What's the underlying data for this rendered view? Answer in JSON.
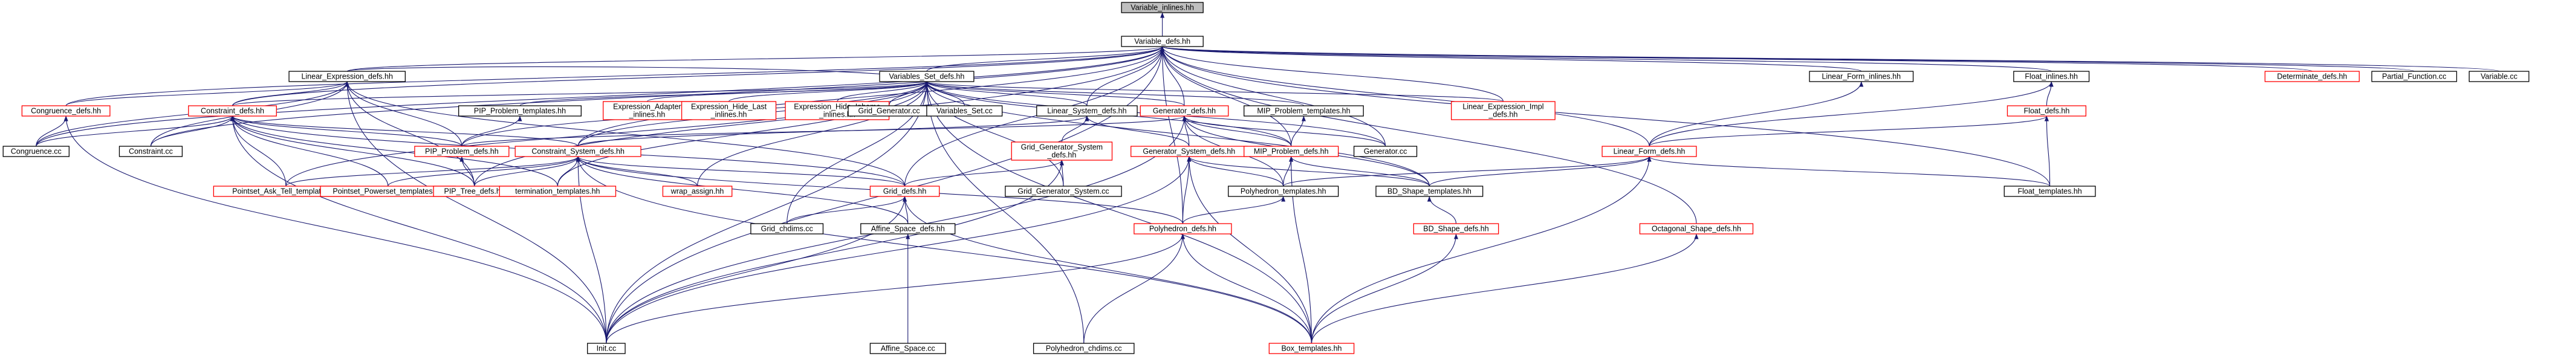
{
  "colors": {
    "edge": "#191970",
    "red_border": "#ff0000",
    "root_fill": "#bfbfbf"
  },
  "nodes": [
    {
      "id": "root",
      "label": "Variable_inlines.hh",
      "style": "root"
    },
    {
      "id": "vdefs",
      "label": "Variable_defs.hh",
      "style": "black"
    },
    {
      "id": "vset",
      "label": "Variables_Set_defs.hh",
      "style": "black"
    },
    {
      "id": "linexp",
      "label": "Linear_Expression_defs.hh",
      "style": "black"
    },
    {
      "id": "lfi",
      "label": "Linear_Form_inlines.hh",
      "style": "black"
    },
    {
      "id": "finl",
      "label": "Float_inlines.hh",
      "style": "black"
    },
    {
      "id": "detdefs",
      "label": "Determinate_defs.hh",
      "style": "red"
    },
    {
      "id": "pfunc",
      "label": "Partial_Function.cc",
      "style": "black"
    },
    {
      "id": "varcc",
      "label": "Variable.cc",
      "style": "black"
    },
    {
      "id": "congdefs",
      "label": "Congruence_defs.hh",
      "style": "red"
    },
    {
      "id": "cdefs",
      "label": "Constraint_defs.hh",
      "style": "red"
    },
    {
      "id": "pipprobt",
      "label": "PIP_Problem_templates.hh",
      "style": "black"
    },
    {
      "id": "expadapt",
      "label": [
        "Expression_Adapter",
        "_inlines.hh"
      ],
      "style": "red"
    },
    {
      "id": "exphl",
      "label": [
        "Expression_Hide_Last",
        "_inlines.hh"
      ],
      "style": "red"
    },
    {
      "id": "exphi",
      "label": [
        "Expression_Hide_Inhomo",
        "_inlines.hh"
      ],
      "style": "red"
    },
    {
      "id": "gencc",
      "label": "Grid_Generator.cc",
      "style": "black"
    },
    {
      "id": "vsetcc",
      "label": "Variables_Set.cc",
      "style": "black"
    },
    {
      "id": "lsysdefs",
      "label": "Linear_System_defs.hh",
      "style": "black"
    },
    {
      "id": "gdefs",
      "label": "Generator_defs.hh",
      "style": "red"
    },
    {
      "id": "mipt",
      "label": "MIP_Problem_templates.hh",
      "style": "black"
    },
    {
      "id": "leimpl",
      "label": [
        "Linear_Expression_Impl",
        "_defs.hh"
      ],
      "style": "red"
    },
    {
      "id": "fdefs",
      "label": "Float_defs.hh",
      "style": "red"
    },
    {
      "id": "lfdefs",
      "label": "Linear_Form_defs.hh",
      "style": "red"
    },
    {
      "id": "congcc",
      "label": "Congruence.cc",
      "style": "black"
    },
    {
      "id": "constrcc",
      "label": "Constraint.cc",
      "style": "black"
    },
    {
      "id": "pipdefs",
      "label": "PIP_Problem_defs.hh",
      "style": "red"
    },
    {
      "id": "csysdefs",
      "label": "Constraint_System_defs.hh",
      "style": "red"
    },
    {
      "id": "ggsdefs",
      "label": [
        "Grid_Generator_System",
        "_defs.hh"
      ],
      "style": "red"
    },
    {
      "id": "gsysdefs",
      "label": "Generator_System_defs.hh",
      "style": "red"
    },
    {
      "id": "mipdefs",
      "label": "MIP_Problem_defs.hh",
      "style": "red"
    },
    {
      "id": "generatorcc",
      "label": "Generator.cc",
      "style": "black"
    },
    {
      "id": "pas",
      "label": "Pointset_Ask_Tell_templates.hh",
      "style": "red"
    },
    {
      "id": "pps",
      "label": "Pointset_Powerset_templates.hh",
      "style": "red"
    },
    {
      "id": "piptree",
      "label": "PIP_Tree_defs.hh",
      "style": "red"
    },
    {
      "id": "termt",
      "label": "termination_templates.hh",
      "style": "red"
    },
    {
      "id": "wrap",
      "label": "wrap_assign.hh",
      "style": "red"
    },
    {
      "id": "griddefs",
      "label": "Grid_defs.hh",
      "style": "red"
    },
    {
      "id": "ggscc",
      "label": "Grid_Generator_System.cc",
      "style": "black"
    },
    {
      "id": "polyt",
      "label": "Polyhedron_templates.hh",
      "style": "black"
    },
    {
      "id": "bdst",
      "label": "BD_Shape_templates.hh",
      "style": "black"
    },
    {
      "id": "floatt",
      "label": "Float_templates.hh",
      "style": "black"
    },
    {
      "id": "gridch",
      "label": "Grid_chdims.cc",
      "style": "black"
    },
    {
      "id": "asdefs",
      "label": "Affine_Space_defs.hh",
      "style": "black"
    },
    {
      "id": "polydefs",
      "label": "Polyhedron_defs.hh",
      "style": "red"
    },
    {
      "id": "bdsdefs",
      "label": "BD_Shape_defs.hh",
      "style": "red"
    },
    {
      "id": "octdefs",
      "label": "Octagonal_Shape_defs.hh",
      "style": "red"
    },
    {
      "id": "initcc",
      "label": "Init.cc",
      "style": "black"
    },
    {
      "id": "ascc",
      "label": "Affine_Space.cc",
      "style": "black"
    },
    {
      "id": "polych",
      "label": "Polyhedron_chdims.cc",
      "style": "black"
    },
    {
      "id": "boxt",
      "label": "Box_templates.hh",
      "style": "red"
    }
  ],
  "edges": [
    [
      "vdefs",
      "root"
    ],
    [
      "vset",
      "vdefs"
    ],
    [
      "linexp",
      "vdefs"
    ],
    [
      "lfi",
      "vdefs"
    ],
    [
      "finl",
      "vdefs"
    ],
    [
      "detdefs",
      "vdefs"
    ],
    [
      "pfunc",
      "vdefs"
    ],
    [
      "varcc",
      "vdefs"
    ],
    [
      "congdefs",
      "vdefs"
    ],
    [
      "cdefs",
      "vdefs"
    ],
    [
      "lsysdefs",
      "vdefs"
    ],
    [
      "gdefs",
      "vdefs"
    ],
    [
      "leimpl",
      "vdefs"
    ],
    [
      "lfdefs",
      "vdefs"
    ],
    [
      "congcc",
      "vdefs"
    ],
    [
      "constrcc",
      "vdefs"
    ],
    [
      "csysdefs",
      "vdefs"
    ],
    [
      "mipdefs",
      "vdefs"
    ],
    [
      "generatorcc",
      "vdefs"
    ],
    [
      "piptree",
      "vdefs"
    ],
    [
      "griddefs",
      "vdefs"
    ],
    [
      "floatt",
      "vdefs"
    ],
    [
      "polydefs",
      "vdefs"
    ],
    [
      "octdefs",
      "vdefs"
    ],
    [
      "initcc",
      "vdefs"
    ],
    [
      "linexp",
      "vset"
    ],
    [
      "pipprobt",
      "vset"
    ],
    [
      "expadapt",
      "vset"
    ],
    [
      "exphl",
      "vset"
    ],
    [
      "exphi",
      "vset"
    ],
    [
      "gencc",
      "vset"
    ],
    [
      "vsetcc",
      "vset"
    ],
    [
      "lsysdefs",
      "vset"
    ],
    [
      "gdefs",
      "vset"
    ],
    [
      "mipt",
      "vset"
    ],
    [
      "leimpl",
      "vset"
    ],
    [
      "cdefs",
      "vset"
    ],
    [
      "pipdefs",
      "vset"
    ],
    [
      "mipdefs",
      "vset"
    ],
    [
      "generatorcc",
      "vset"
    ],
    [
      "csysdefs",
      "vset"
    ],
    [
      "pas",
      "vset"
    ],
    [
      "termt",
      "vset"
    ],
    [
      "wrap",
      "vset"
    ],
    [
      "bdst",
      "vset"
    ],
    [
      "polych",
      "vset"
    ],
    [
      "gridch",
      "vset"
    ],
    [
      "ggscc",
      "vset"
    ],
    [
      "boxt",
      "vset"
    ],
    [
      "initcc",
      "vset"
    ],
    [
      "congdefs",
      "linexp"
    ],
    [
      "cdefs",
      "linexp"
    ],
    [
      "congcc",
      "linexp"
    ],
    [
      "constrcc",
      "linexp"
    ],
    [
      "pipdefs",
      "linexp"
    ],
    [
      "piptree",
      "linexp"
    ],
    [
      "griddefs",
      "linexp"
    ],
    [
      "initcc",
      "linexp"
    ],
    [
      "congcc",
      "congdefs"
    ],
    [
      "initcc",
      "congdefs"
    ],
    [
      "congcc",
      "cdefs"
    ],
    [
      "constrcc",
      "cdefs"
    ],
    [
      "pipdefs",
      "cdefs"
    ],
    [
      "csysdefs",
      "cdefs"
    ],
    [
      "pas",
      "cdefs"
    ],
    [
      "pps",
      "cdefs"
    ],
    [
      "piptree",
      "cdefs"
    ],
    [
      "termt",
      "cdefs"
    ],
    [
      "griddefs",
      "cdefs"
    ],
    [
      "initcc",
      "cdefs"
    ],
    [
      "pipdefs",
      "pipprobt"
    ],
    [
      "piptree",
      "pipdefs"
    ],
    [
      "csysdefs",
      "lsysdefs"
    ],
    [
      "ggsdefs",
      "lsysdefs"
    ],
    [
      "gsysdefs",
      "lsysdefs"
    ],
    [
      "pipdefs",
      "gdefs"
    ],
    [
      "gsysdefs",
      "gdefs"
    ],
    [
      "mipdefs",
      "gdefs"
    ],
    [
      "generatorcc",
      "gdefs"
    ],
    [
      "bdst",
      "gdefs"
    ],
    [
      "initcc",
      "gdefs"
    ],
    [
      "polyt",
      "gdefs"
    ],
    [
      "mipdefs",
      "mipt"
    ],
    [
      "pas",
      "csysdefs"
    ],
    [
      "pps",
      "csysdefs"
    ],
    [
      "piptree",
      "csysdefs"
    ],
    [
      "termt",
      "csysdefs"
    ],
    [
      "wrap",
      "csysdefs"
    ],
    [
      "griddefs",
      "csysdefs"
    ],
    [
      "asdefs",
      "csysdefs"
    ],
    [
      "polydefs",
      "csysdefs"
    ],
    [
      "boxt",
      "csysdefs"
    ],
    [
      "initcc",
      "csysdefs"
    ],
    [
      "ggscc",
      "ggsdefs"
    ],
    [
      "griddefs",
      "ggsdefs"
    ],
    [
      "initcc",
      "ggsdefs"
    ],
    [
      "polyt",
      "gsysdefs"
    ],
    [
      "polydefs",
      "gsysdefs"
    ],
    [
      "boxt",
      "gsysdefs"
    ],
    [
      "initcc",
      "gsysdefs"
    ],
    [
      "bdst",
      "gsysdefs"
    ],
    [
      "polyt",
      "mipdefs"
    ],
    [
      "bdst",
      "mipdefs"
    ],
    [
      "boxt",
      "mipdefs"
    ],
    [
      "gridch",
      "griddefs"
    ],
    [
      "asdefs",
      "griddefs"
    ],
    [
      "boxt",
      "griddefs"
    ],
    [
      "initcc",
      "griddefs"
    ],
    [
      "polydefs",
      "polyt"
    ],
    [
      "bdsdefs",
      "bdst"
    ],
    [
      "ascc",
      "asdefs"
    ],
    [
      "initcc",
      "polydefs"
    ],
    [
      "polych",
      "polydefs"
    ],
    [
      "boxt",
      "polydefs"
    ],
    [
      "boxt",
      "bdsdefs"
    ],
    [
      "boxt",
      "octdefs"
    ],
    [
      "lfdefs",
      "lfi"
    ],
    [
      "lfdefs",
      "finl"
    ],
    [
      "fdefs",
      "finl"
    ],
    [
      "lfdefs",
      "fdefs"
    ],
    [
      "floatt",
      "fdefs"
    ],
    [
      "floatt",
      "lfdefs"
    ],
    [
      "bdst",
      "lfdefs"
    ],
    [
      "boxt",
      "lfdefs"
    ],
    [
      "polyt",
      "lfdefs"
    ]
  ]
}
